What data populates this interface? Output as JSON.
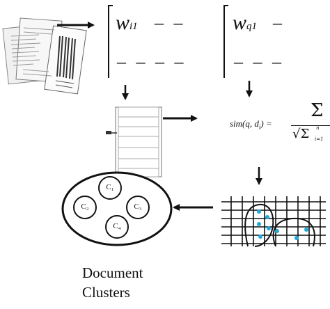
{
  "weight_vectors": [
    {
      "symbol": "w",
      "subscript": "i1",
      "trail": "– –",
      "row2": "– – – –"
    },
    {
      "symbol": "w",
      "subscript": "q1",
      "trail": "–",
      "row2": "– – –"
    }
  ],
  "similarity_formula": {
    "lhs": "sim(q, d",
    "lhs_sub": "i",
    "lhs_close": ") =",
    "numerator": "Σ",
    "denominator": "√Σ",
    "denominator_sup": "n",
    "denominator_sub": "i=1"
  },
  "clusters": {
    "labels": [
      "C₁",
      "C₂",
      "C₃",
      "C₄"
    ]
  },
  "caption": {
    "line1": "Document",
    "line2": "Clusters"
  },
  "colors": {
    "stroke": "#111111",
    "grid": "#111111",
    "points": "#1fa8d8"
  },
  "icons": [
    "document-stack-icon",
    "term-list-icon",
    "scatter-plot-icon"
  ]
}
